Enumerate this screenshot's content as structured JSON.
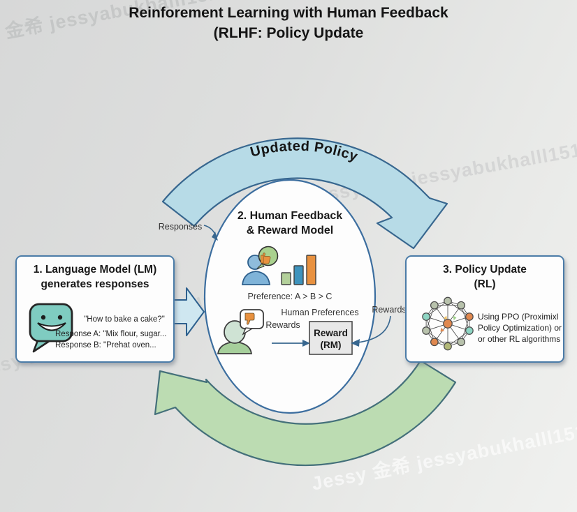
{
  "title": {
    "line1": "Reinforement Learning with Human Feedback",
    "line2": "(RLHF: Policy Update"
  },
  "watermark": {
    "text": "Jessy 金希 jessyabukhalll151"
  },
  "flow": {
    "updated_policy": "Updated Policy",
    "responses": "Responses",
    "rewards_right": "Rewards"
  },
  "lm_box": {
    "title1": "1. Language Model (LM)",
    "title2": "generates responses",
    "prompt": "\"How to bake a cake?\"",
    "response_a": "Response A: \"Mix flour, sugar...",
    "response_b": "Response B: \"Prehat oven..."
  },
  "feedback": {
    "title1": "2. Human Feedback",
    "title2": "& Reward Model",
    "preference": "Preference: A > B > C",
    "human_preferences": "Human Preferences",
    "rewards": "Rewards",
    "reward_line1": "Reward",
    "reward_line2": "(RM)"
  },
  "policy_box": {
    "title1": "3. Policy Update",
    "title2": "(RL)",
    "desc1": "Using PPO (Proximixl",
    "desc2": "Policy Optimization) or",
    "desc3": "or other RL algorithms"
  },
  "colors": {
    "blue_arrow_fill": "#b7dbe7",
    "blue_arrow_stroke": "#38678f",
    "green_arrow_fill": "#bcdcb2",
    "green_arrow_stroke": "#44707a",
    "block_arrow_fill": "#cfe7f0",
    "box_border": "#4b7ca8",
    "bar_a": "#b3d09a",
    "bar_b": "#3e93bd",
    "bar_c": "#e8913f",
    "reward_box_fill": "#e8e8e8",
    "chat_bubble_teal": "#7fccc1"
  }
}
